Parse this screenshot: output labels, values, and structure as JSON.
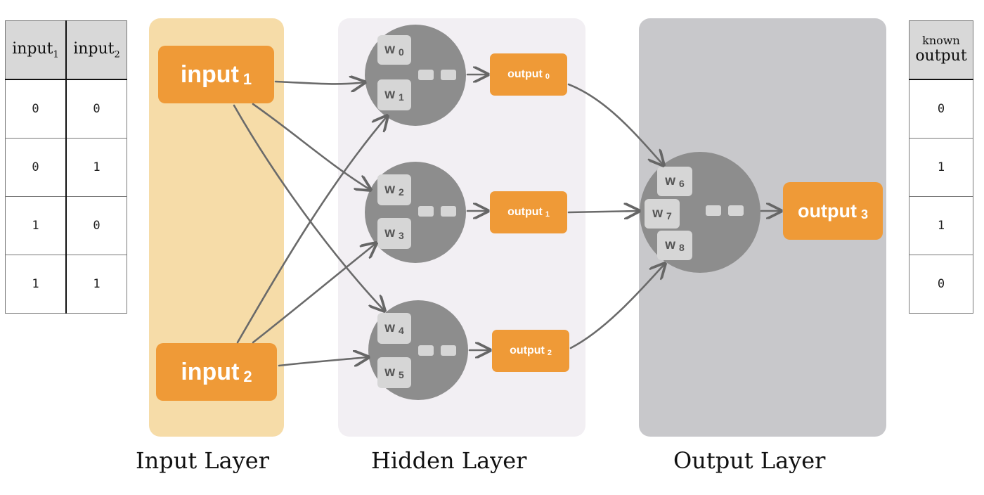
{
  "input_table": {
    "headers": [
      {
        "label": "input",
        "sub": "1"
      },
      {
        "label": "input",
        "sub": "2"
      }
    ],
    "rows": [
      [
        "0",
        "0"
      ],
      [
        "0",
        "1"
      ],
      [
        "1",
        "0"
      ],
      [
        "1",
        "1"
      ]
    ]
  },
  "output_table": {
    "header_small": "known",
    "header_big": "output",
    "rows": [
      "0",
      "1",
      "1",
      "0"
    ]
  },
  "layers": {
    "input_label": "Input Layer",
    "hidden_label": "Hidden Layer",
    "output_label": "Output Layer"
  },
  "nodes": {
    "input1": {
      "label": "input",
      "sub": "1"
    },
    "input2": {
      "label": "input",
      "sub": "2"
    },
    "output0": {
      "label": "output",
      "sub": "0"
    },
    "output1": {
      "label": "output",
      "sub": "1"
    },
    "output2": {
      "label": "output",
      "sub": "2"
    },
    "output3": {
      "label": "output",
      "sub": "3"
    }
  },
  "weights": {
    "w0": {
      "label": "w",
      "sub": "0"
    },
    "w1": {
      "label": "w",
      "sub": "1"
    },
    "w2": {
      "label": "w",
      "sub": "2"
    },
    "w3": {
      "label": "w",
      "sub": "3"
    },
    "w4": {
      "label": "w",
      "sub": "4"
    },
    "w5": {
      "label": "w",
      "sub": "5"
    },
    "w6": {
      "label": "w",
      "sub": "6"
    },
    "w7": {
      "label": "w",
      "sub": "7"
    },
    "w8": {
      "label": "w",
      "sub": "8"
    }
  },
  "colors": {
    "accent": "#ef9a37",
    "neuron": "#8d8d8d",
    "weight_box": "#d6d6d6",
    "input_panel": "#f6dca8",
    "hidden_panel": "#f2eff3",
    "output_panel": "#c8c8cb",
    "arrow": "#666666"
  }
}
